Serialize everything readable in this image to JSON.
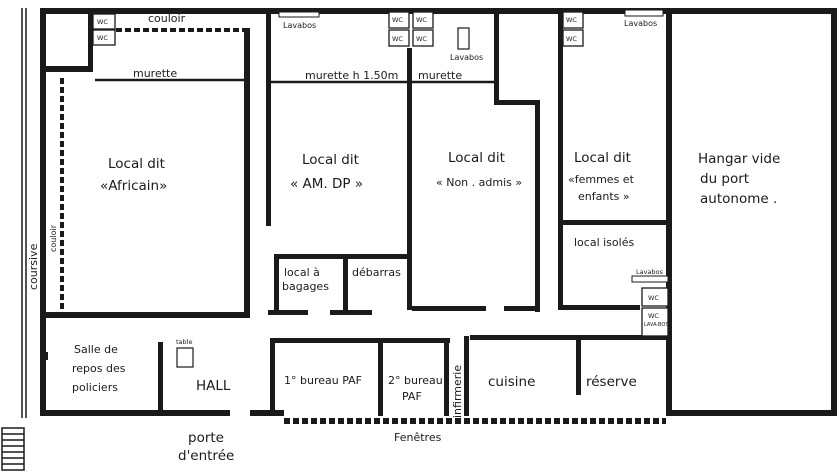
{
  "labels": {
    "couloir_top": "couloir",
    "couloir_side": "couloir",
    "coursive": "coursive",
    "murette_1": "murette",
    "murette_2": "murette h 1.50m",
    "murette_3": "murette",
    "lavabos_1": "Lavabos",
    "lavabos_2": "Lavabos",
    "lavabos_3": "Lavabos",
    "lavabos_4": "Lavabos",
    "table": "table",
    "wc": "WC",
    "lavabos_small": "LAVA-BOS",
    "fenetres": "Fenêtres",
    "porte_line1": "porte",
    "porte_line2": "d'entrée"
  },
  "rooms": {
    "africain": [
      "Local dit",
      "«Africain»"
    ],
    "amdp": [
      "Local dit",
      "« AM. DP »"
    ],
    "non_admis": [
      "Local dit",
      "« Non . admis »"
    ],
    "femmes": [
      "Local dit",
      "«femmes et",
      "enfants »"
    ],
    "hangar": [
      "Hangar vide",
      "du port",
      "autonome ."
    ],
    "isoles": "local isolés",
    "bagages": [
      "local à",
      "bagages"
    ],
    "debarras": "débarras",
    "salle": [
      "Salle de",
      "repos des",
      "policiers"
    ],
    "hall": "HALL",
    "bureau1": "1° bureau PAF",
    "bureau2": [
      "2° bureau",
      "PAF"
    ],
    "infirmerie": "infirmerie",
    "cuisine": "cuisine",
    "reserve": "réserve"
  }
}
